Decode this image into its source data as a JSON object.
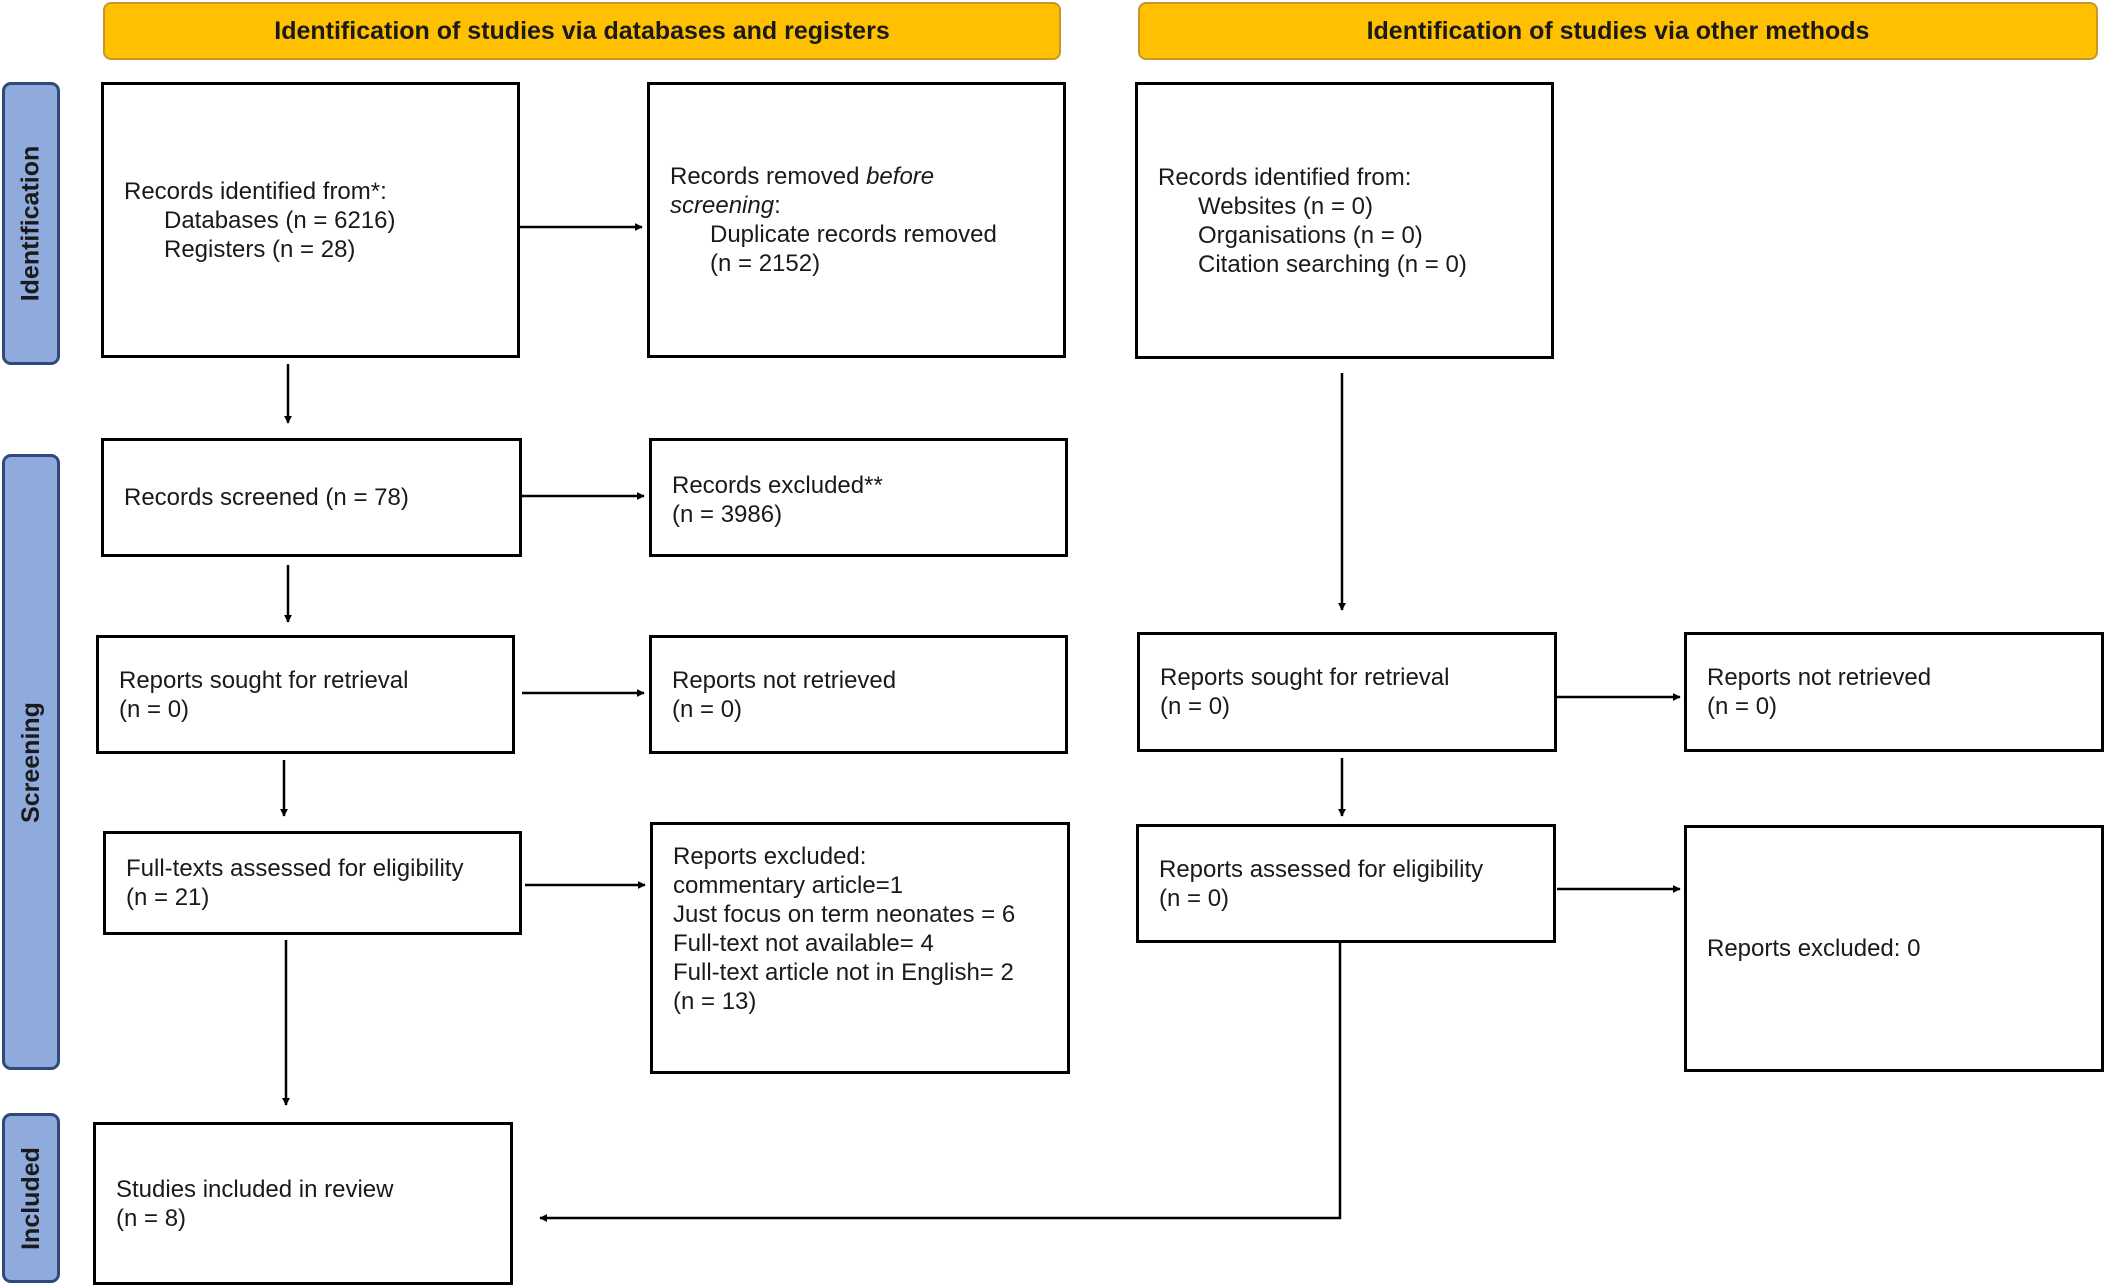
{
  "headers": {
    "databases": "Identification of studies via databases and registers",
    "other": "Identification of studies via other methods"
  },
  "phases": {
    "identification": "Identification",
    "screening": "Screening",
    "included": "Included"
  },
  "db": {
    "identified": {
      "title": "Records identified from*:",
      "databases": "Databases (n = 6216)",
      "registers": "Registers (n = 28)"
    },
    "removed": {
      "title_pre": "Records removed ",
      "title_em": "before",
      "title_em2": "screening",
      "title_post": ":",
      "duplicates": "Duplicate records removed",
      "count": "(n = 2152)"
    },
    "screened": {
      "title": "Records screened (n = 78)"
    },
    "excluded": {
      "title": "Records excluded**",
      "count": "(n = 3986)"
    },
    "sought": {
      "title": "Reports sought for retrieval",
      "count": "(n = 0)"
    },
    "not_retrieved": {
      "title": "Reports not retrieved",
      "count": "(n = 0)"
    },
    "fulltext": {
      "title": "Full-texts assessed for eligibility",
      "count": "(n = 21)"
    },
    "reports_excluded": {
      "title": "Reports excluded:",
      "reasons": [
        "commentary article=1",
        "Just focus on term neonates = 6",
        "Full-text not available= 4",
        "Full-text article not in English= 2"
      ],
      "count": "(n = 13)"
    },
    "included": {
      "title": "Studies included in review",
      "count": "(n = 8)"
    }
  },
  "other": {
    "identified": {
      "title": "Records identified from:",
      "websites": "Websites (n = 0)",
      "organisations": "Organisations (n = 0)",
      "citation": "Citation searching (n = 0)"
    },
    "sought": {
      "title": "Reports sought for retrieval",
      "count": "(n = 0)"
    },
    "not_retrieved": {
      "title": "Reports not retrieved",
      "count": "(n = 0)"
    },
    "assessed": {
      "title": "Reports assessed for eligibility",
      "count": "(n = 0)"
    },
    "excluded": {
      "title": "Reports excluded: 0"
    }
  }
}
